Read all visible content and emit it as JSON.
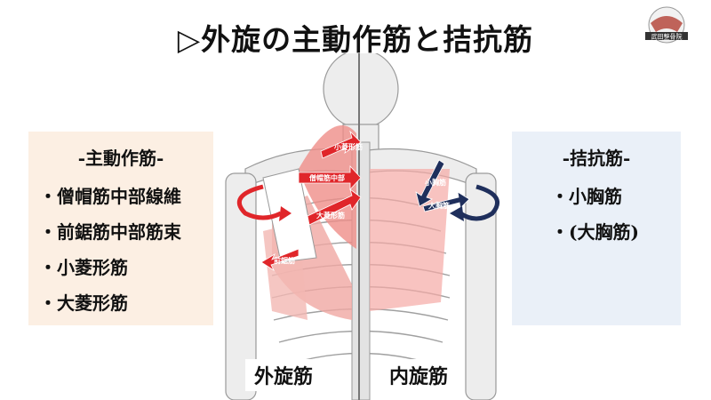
{
  "title": "▷外旋の主動作筋と拮抗筋",
  "logo_text": "武田整骨院",
  "agonist": {
    "heading": "-主動作筋-",
    "items": [
      "僧帽筋中部線維",
      "前鋸筋中部筋束",
      "小菱形筋",
      "大菱形筋"
    ]
  },
  "antagonist": {
    "heading": "-拮抗筋-",
    "items": [
      "小胸筋",
      "(大胸筋)"
    ]
  },
  "figure_labels": {
    "small_rhomboid": "小菱形筋",
    "trapezius_middle": "僧帽筋中部",
    "large_rhomboid": "大菱形筋",
    "serratus": "前鋸筋",
    "pec_minor": "小胸筋",
    "pec_major": "大胸筋"
  },
  "captions": {
    "external": "外旋筋",
    "internal": "内旋筋"
  },
  "colors": {
    "agonist_bg": "#fcefe3",
    "antagonist_bg": "#eaf0f8",
    "red_arrow": "#e0262a",
    "navy_arrow": "#1f2f5c"
  }
}
